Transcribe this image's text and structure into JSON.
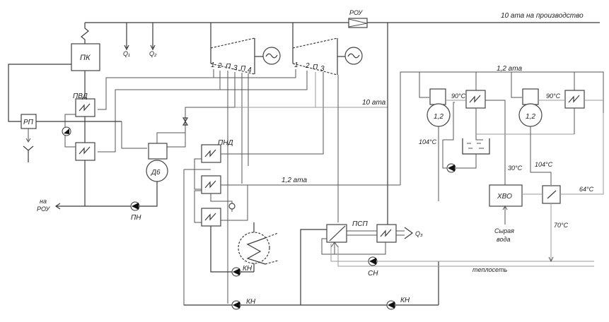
{
  "diagram": {
    "title": "Тепловая схема ТЭЦ",
    "top_line_label": "10 ата на производство",
    "rou_top_label": "РОУ",
    "consumer_labels": {
      "q1": "Q₁",
      "q2": "Q₂",
      "q3": "Q₃"
    },
    "turbine1_extractions": [
      "1",
      "2",
      "П",
      "3",
      "П",
      "4"
    ],
    "turbine2_extractions": [
      "1",
      "2",
      "П",
      "3"
    ],
    "pressure_labels": {
      "p10": "10 ата",
      "p12_top": "1,2 ата",
      "p12_mid": "1,2 ата"
    },
    "equipment": {
      "boiler": "ПК",
      "hp_heater": "ПВД",
      "cont_blowdown": "РП",
      "deaerator": "Д6",
      "lp_heater": "ПНД",
      "feed_pump": "ПН",
      "to_rou_line1": "на",
      "to_rou_line2": "РОУ",
      "condensate_pump_1": "КН",
      "condensate_pump_2": "КН",
      "condensate_pump_3": "КН",
      "network_heater": "ПСП",
      "network_pump": "СН",
      "deaerator_12a": "1,2",
      "deaerator_12b": "1,2",
      "chemical_water": "ХВО",
      "raw_water_line1": "Сырая",
      "raw_water_line2": "вода",
      "heat_network": "теплосеть"
    },
    "temperatures": {
      "t90a": "90°С",
      "t90b": "90°С",
      "t104a": "104°С",
      "t104b": "104°С",
      "t30": "30°С",
      "t64": "64°С",
      "t70": "70°С"
    }
  }
}
